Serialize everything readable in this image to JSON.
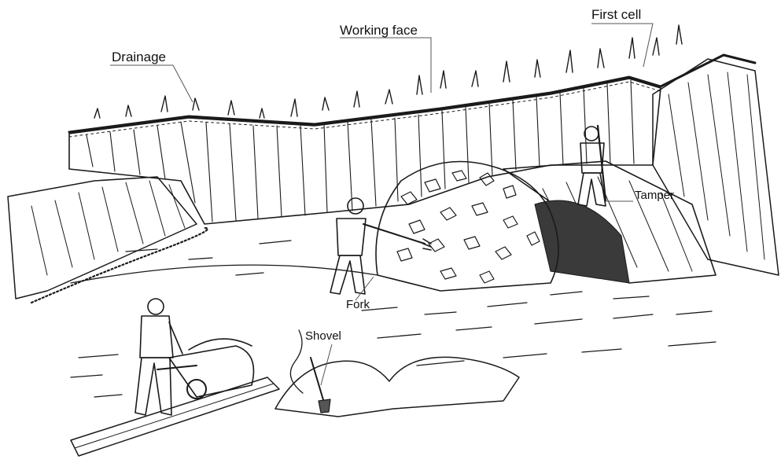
{
  "labels": {
    "drainage": "Drainage",
    "working_face": "Working face",
    "first_cell": "First cell",
    "tamper": "Tamper",
    "fork": "Fork",
    "shovel": "Shovel"
  },
  "colors": {
    "ink": "#1a1a1a",
    "wall_shade": "#cfcfcf",
    "ground_shade": "#e6e6e6",
    "background": "#ffffff"
  }
}
